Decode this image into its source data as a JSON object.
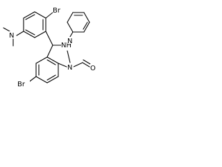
{
  "molecule": {
    "atoms": {
      "br_top": "Br",
      "nh": "NH",
      "pyridine_n": "N",
      "nme2_n": "N",
      "nme_n": "N",
      "formyl_o": "O",
      "br_bottom": "Br"
    }
  }
}
